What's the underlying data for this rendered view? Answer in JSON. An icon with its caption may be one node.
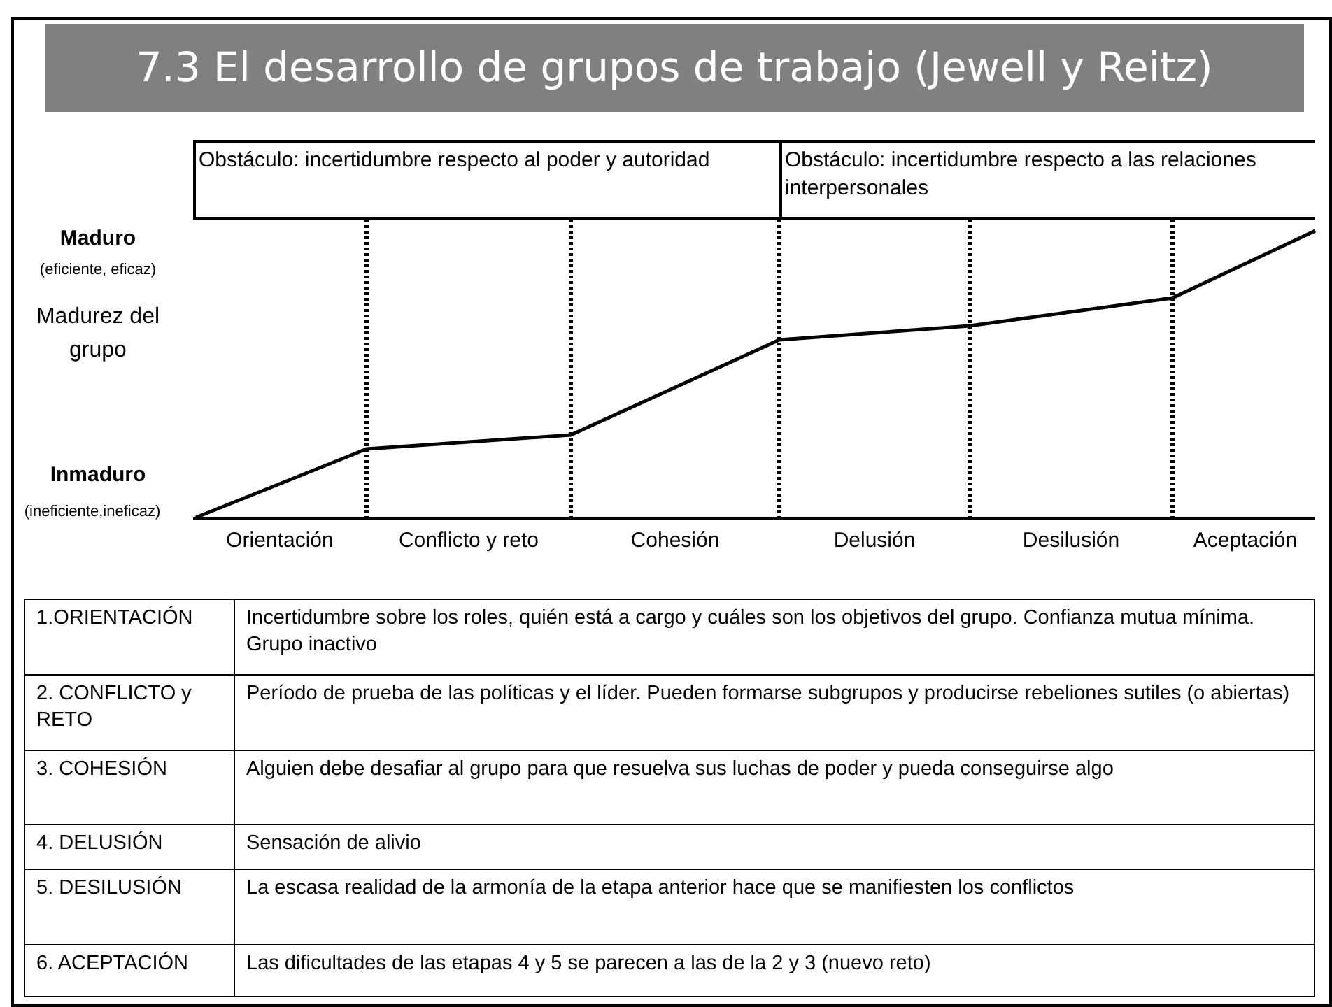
{
  "diagram": {
    "title": "7.3 El desarrollo de grupos de trabajo (Jewell y Reitz)",
    "nodes": [
      {
        "text": [
          "Obstáculo: incertidumbre respecto al poder y autoridad"
        ]
      },
      {
        "text": [
          "Obstáculo: incertidumbre respecto a las relaciones interpersonales"
        ]
      }
    ],
    "labels": [
      "Maduro",
      "(eficiente, eficaz)",
      "Madurez del grupo",
      "Inmaduro",
      "(ineficiente,ineficaz)",
      "Orientación",
      "Conflicto y reto",
      "Cohesión",
      "Delusión",
      "Desilusión",
      "Aceptación",
      "1.ORIENTACIÓN",
      "Incertidumbre sobre los roles, quién está a cargo y cuáles son los objetivos del grupo. Confianza mutua mínima. Grupo inactivo",
      "2. CONFLICTO y RETO",
      "Período de prueba de las políticas y el líder. Pueden formarse subgrupos y producirse rebeliones sutiles (o abiertas)",
      "3. COHESIÓN",
      "Alguien debe desafiar al grupo para que resuelva sus luchas de poder y pueda conseguirse algo",
      "4. DELUSIÓN",
      "Sensación de alivio",
      "5. DESILUSIÓN",
      "La escasa realidad de la armonía de la etapa anterior hace que se manifiesten los conflictos",
      "6. ACEPTACIÓN",
      "Las dificultades de las etapas 4 y 5 se parecen a las de la 2 y 3 (nuevo reto)"
    ]
  }
}
